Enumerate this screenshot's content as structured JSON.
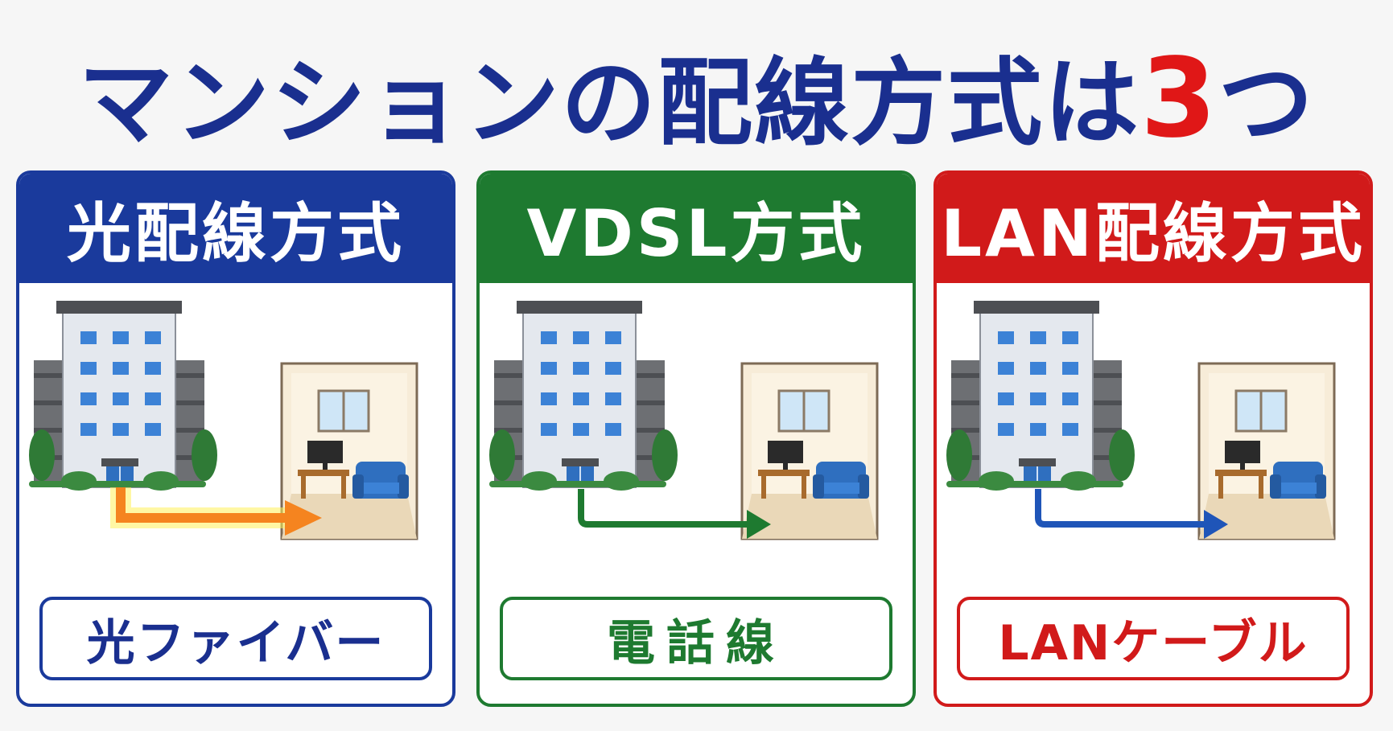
{
  "title": {
    "text": "マンションの配線方式は",
    "number": "3",
    "suffix": "つ"
  },
  "panels": [
    {
      "heading": "光配線方式",
      "caption": "光ファイバー",
      "color": "#1a3a9c",
      "arrow_color": "#f5841f",
      "arrow_glow": "#fff15a"
    },
    {
      "heading": "VDSL方式",
      "caption": "電話線",
      "color": "#1e7a30",
      "arrow_color": "#1e7a30"
    },
    {
      "heading": "LAN配線方式",
      "caption": "LANケーブル",
      "color": "#d11a1a",
      "arrow_color": "#1f55b8"
    }
  ]
}
